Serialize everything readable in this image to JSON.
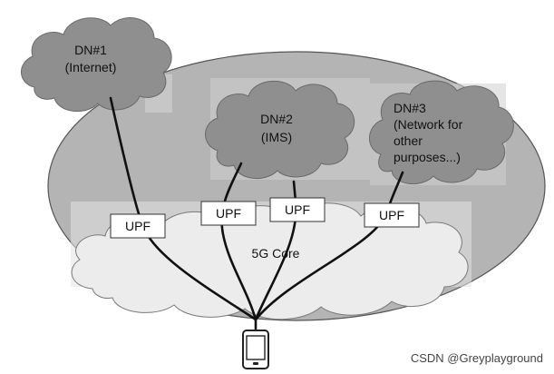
{
  "clouds": {
    "dn1": {
      "lines": [
        "DN#1",
        "(Internet)"
      ]
    },
    "dn2": {
      "lines": [
        "DN#2",
        "(IMS)"
      ]
    },
    "dn3": {
      "lines": [
        "DN#3",
        "(Network for",
        "other",
        "purposes...)"
      ]
    },
    "core": {
      "label": "5G Core"
    }
  },
  "upfs": [
    "UPF",
    "UPF",
    "UPF",
    "UPF"
  ],
  "device": {
    "icon": "smartphone-icon"
  },
  "watermark": "CSDN @Greyplayground",
  "colors": {
    "ellipse": "#b4b4b4",
    "dn_cloud": "#8f8f8f",
    "core_cloud": "#ececec",
    "lines": "#111111"
  }
}
